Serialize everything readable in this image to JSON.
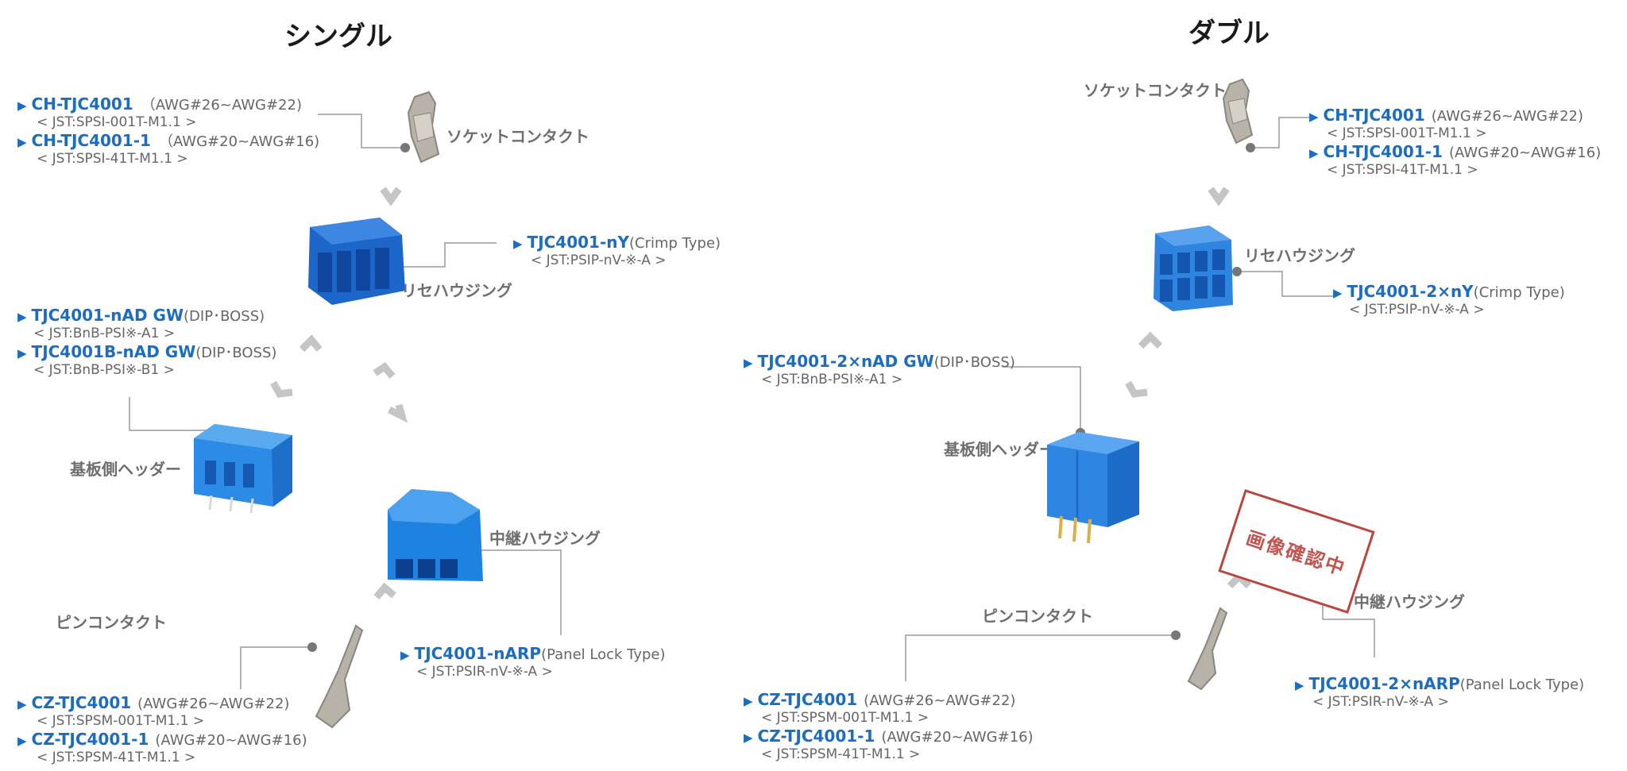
{
  "titles": {
    "single": "シングル",
    "double": "ダブル"
  },
  "labels": {
    "socket_contact": "ソケットコンタクト",
    "receptacle_housing": "リセハウジング",
    "board_header": "基板側ヘッダー",
    "relay_housing": "中継ハウジング",
    "pin_contact": "ピンコンタクト"
  },
  "single": {
    "socket_1": {
      "pn": "CH-TJC4001",
      "spec": "（AWG#26~AWG#22)",
      "jst": "< JST:SPSI-001T-M1.1 >"
    },
    "socket_2": {
      "pn": "CH-TJC4001-1",
      "spec": "（AWG#20~AWG#16)",
      "jst": "< JST:SPSI-41T-M1.1 >"
    },
    "housing": {
      "pn": "TJC4001-nY",
      "spec": "(Crimp Type)",
      "jst": "< JST:PSIP-nV-※-A >"
    },
    "header_1": {
      "pn": "TJC4001-nAD GW",
      "spec": "(DIP･BOSS)",
      "jst": "< JST:BnB-PSI※-A1 >"
    },
    "header_2": {
      "pn": "TJC4001B-nAD GW",
      "spec": "(DIP･BOSS)",
      "jst": "< JST:BnB-PSI※-B1 >"
    },
    "relay": {
      "pn": "TJC4001-nARP",
      "spec": "(Panel Lock Type)",
      "jst": "< JST:PSIR-nV-※-A >"
    },
    "pin_1": {
      "pn": "CZ-TJC4001",
      "spec": "(AWG#26~AWG#22)",
      "jst": "< JST:SPSM-001T-M1.1 >"
    },
    "pin_2": {
      "pn": "CZ-TJC4001-1",
      "spec": "(AWG#20~AWG#16)",
      "jst": "< JST:SPSM-41T-M1.1 >"
    }
  },
  "double": {
    "socket_1": {
      "pn": "CH-TJC4001",
      "spec": "(AWG#26~AWG#22)",
      "jst": "< JST:SPSI-001T-M1.1 >"
    },
    "socket_2": {
      "pn": "CH-TJC4001-1",
      "spec": "(AWG#20~AWG#16)",
      "jst": "< JST:SPSI-41T-M1.1 >"
    },
    "housing": {
      "pn": "TJC4001-2×nY",
      "spec": "(Crimp Type)",
      "jst": "< JST:PSIP-nV-※-A >"
    },
    "header": {
      "pn": "TJC4001-2×nAD GW",
      "spec": "(DIP･BOSS)",
      "jst": "< JST:BnB-PSI※-A1 >"
    },
    "relay": {
      "pn": "TJC4001-2×nARP",
      "spec": "(Panel Lock Type)",
      "jst": "< JST:PSIR-nV-※-A >"
    },
    "pin_1": {
      "pn": "CZ-TJC4001",
      "spec": "(AWG#26~AWG#22)",
      "jst": "< JST:SPSM-001T-M1.1 >"
    },
    "pin_2": {
      "pn": "CZ-TJC4001-1",
      "spec": "(AWG#20~AWG#16)",
      "jst": "< JST:SPSM-41T-M1.1 >"
    }
  },
  "stamp_text": "画像確認中",
  "colors": {
    "part_blue": "#1b6dc1",
    "connector_blue": "#1f78d8",
    "stamp_red": "#b9463f",
    "gray_text": "#666666"
  }
}
